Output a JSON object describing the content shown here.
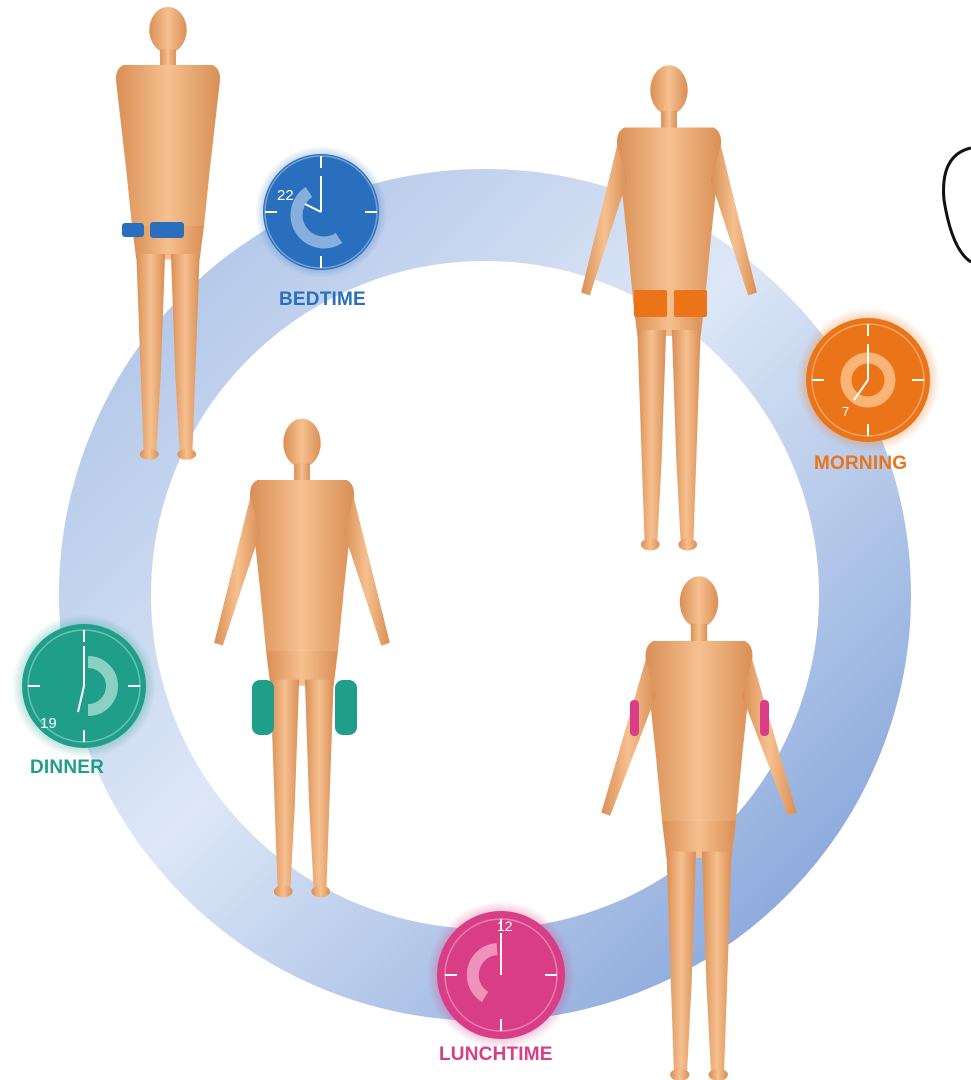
{
  "diagram": {
    "stages": [
      {
        "id": "bedtime",
        "label": "BEDTIME",
        "clock_number": "22",
        "color": "#2a6fbe",
        "site": "buttocks"
      },
      {
        "id": "morning",
        "label": "MORNING",
        "clock_number": "7",
        "color": "#ec7418",
        "site": "abdomen"
      },
      {
        "id": "lunchtime",
        "label": "LUNCHTIME",
        "clock_number": "12",
        "color": "#d93d86",
        "site": "upper-arm"
      },
      {
        "id": "dinner",
        "label": "DINNER",
        "clock_number": "19",
        "color": "#1f9e8a",
        "site": "thigh"
      }
    ],
    "ring_color": "#8aa9dc",
    "skin_color": "#f0b07a"
  }
}
